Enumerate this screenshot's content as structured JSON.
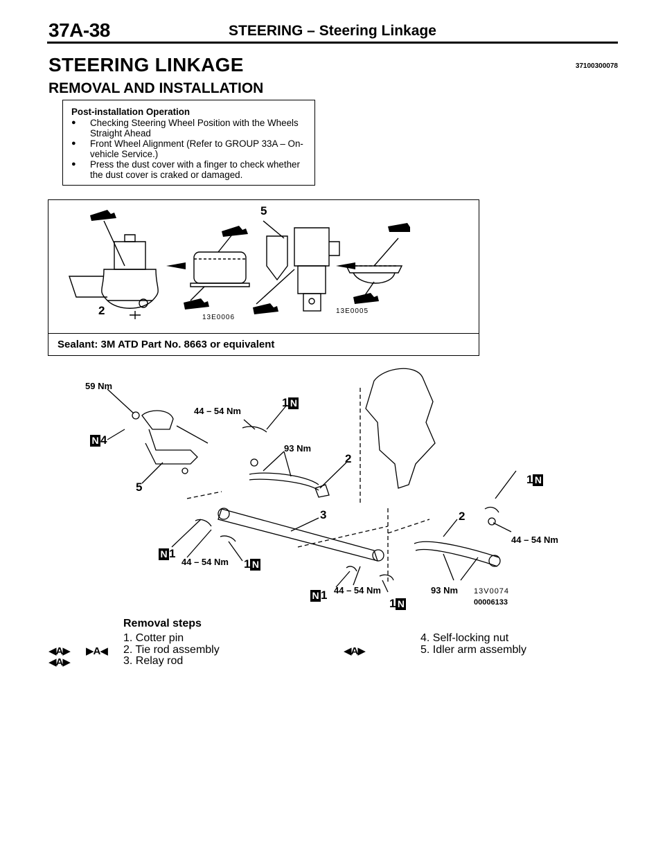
{
  "header": {
    "page_number": "37A-38",
    "running_head": "STEERING – Steering Linkage"
  },
  "title": "STEERING LINKAGE",
  "doc_code": "37100300078",
  "subtitle": "REMOVAL AND INSTALLATION",
  "post_install": {
    "title": "Post-installation Operation",
    "items": [
      "Checking Steering Wheel Position with the Wheels Straight Ahead",
      "Front Wheel Alignment (Refer to GROUP 33A – On-vehicle Service.)",
      "Press the dust cover with a finger to check whether the dust cover is craked or damaged."
    ]
  },
  "sealant_figure": {
    "callout_5": "5",
    "callout_2": "2",
    "code_left": "13E0006",
    "code_right": "13E0005",
    "note": "Sealant: 3M ATD Part No. 8663 or equivalent"
  },
  "linkage_diagram": {
    "torque_59": "59 Nm",
    "torque_44_a": "44 – 54 Nm",
    "torque_93_a": "93 Nm",
    "torque_44_b": "44 – 54 Nm",
    "torque_44_c": "44 – 54 Nm",
    "torque_44_d": "44 – 54 Nm",
    "torque_93_b": "93 Nm",
    "n_mark": "N",
    "callouts": {
      "c1": "1",
      "c2": "2",
      "c3": "3",
      "c4": "4",
      "c5": "5"
    },
    "code_a": "13V0074",
    "code_b": "00006133"
  },
  "removal_steps": {
    "title": "Removal steps",
    "steps": [
      "1. Cotter pin",
      "2. Tie rod assembly",
      "3. Relay rod",
      "4. Self-locking nut",
      "5. Idler arm assembly"
    ],
    "mark_removal": "◀A▶",
    "mark_install": "▶A◀"
  }
}
